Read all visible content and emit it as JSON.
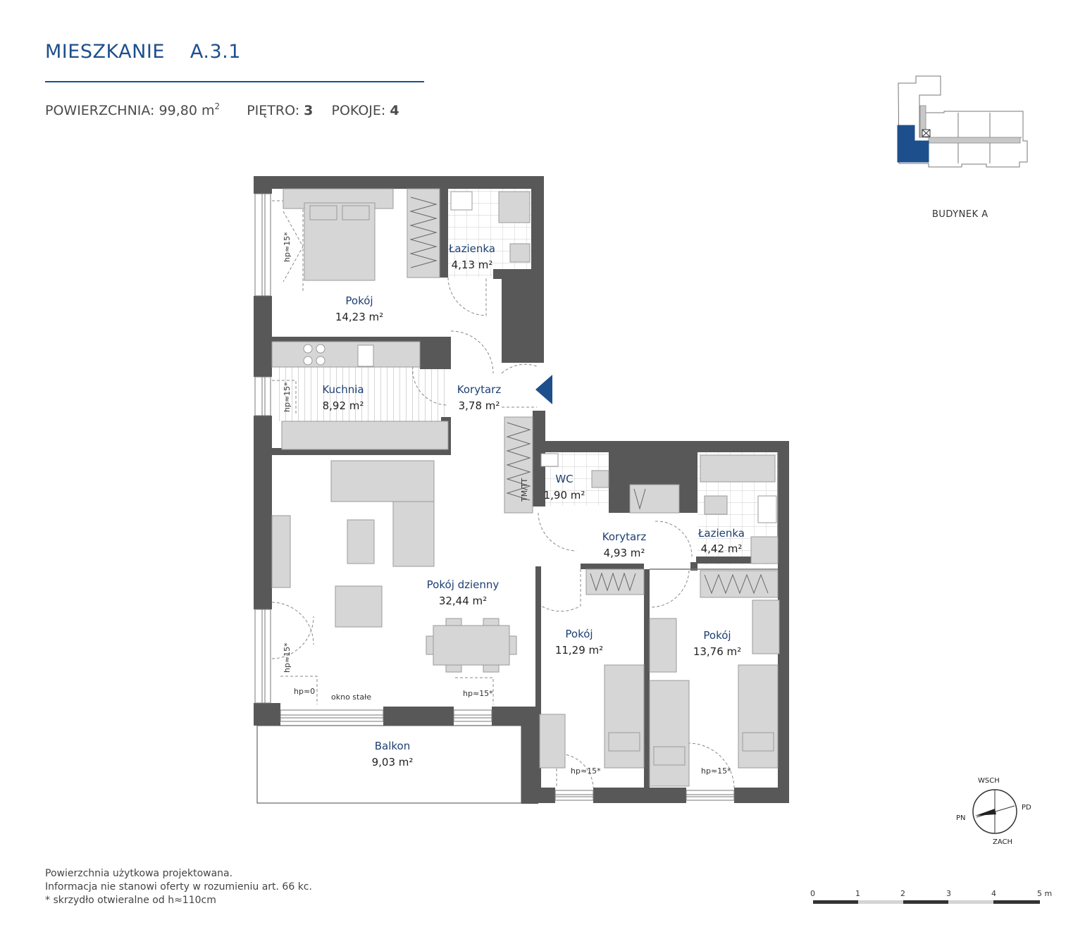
{
  "header": {
    "title_label": "MIESZKANIE",
    "apartment_code": "A.3.1",
    "area_label": "POWIERZCHNIA:",
    "area_value": "99,80 m",
    "area_sup": "2",
    "floor_label": "PIĘTRO:",
    "floor_value": "3",
    "rooms_label": "POKOJE:",
    "rooms_value": "4"
  },
  "building": {
    "label": "BUDYNEK A",
    "accent_color": "#1d4f8c"
  },
  "rooms": [
    {
      "name": "Pokój",
      "area": "14,23 m²"
    },
    {
      "name": "Łazienka",
      "area": "4,13 m²"
    },
    {
      "name": "Kuchnia",
      "area": "8,92 m²"
    },
    {
      "name": "Korytarz",
      "area": "3,78 m²"
    },
    {
      "name": "WC",
      "area": "1,90 m²"
    },
    {
      "name": "Korytarz",
      "area": "4,93 m²"
    },
    {
      "name": "Łazienka",
      "area": "4,42 m²"
    },
    {
      "name": "Pokój dzienny",
      "area": "32,44 m²"
    },
    {
      "name": "Pokój",
      "area": "11,29 m²"
    },
    {
      "name": "Pokój",
      "area": "13,76 m²"
    },
    {
      "name": "Balkon",
      "area": "9,03 m²"
    }
  ],
  "annotations": {
    "hp15": "hp≈15*",
    "hp0": "hp≈0",
    "fixed_window": "okno stałe",
    "tm": "TM/TT"
  },
  "compass": {
    "north_label": "WSCH",
    "east_label": "PD",
    "south_label": "ZACH",
    "west_label": "PN"
  },
  "scale_bar": {
    "labels": [
      "0",
      "1",
      "2",
      "3",
      "4",
      "5 m"
    ]
  },
  "footnotes": [
    "Powierzchnia użytkowa projektowana.",
    "Informacja nie stanowi oferty w rozumieniu art. 66 kc.",
    "* skrzydło otwieralne od h≈110cm"
  ],
  "colors": {
    "wall": "#585858",
    "furniture": "#d6d6d6",
    "accent": "#1d4f8c"
  }
}
